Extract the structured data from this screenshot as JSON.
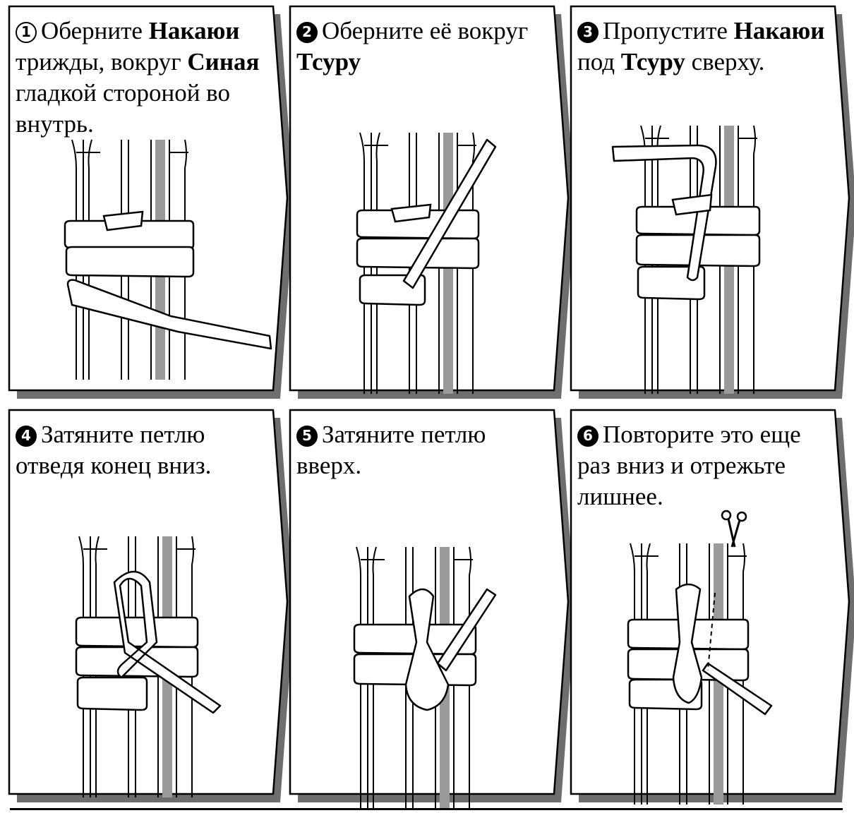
{
  "panels": [
    {
      "num": "1",
      "parts": [
        "Оберните ",
        "Накаюи",
        " трижды, вокруг ",
        "Синая",
        " гладкой стороной во внутрь."
      ]
    },
    {
      "num": "2",
      "parts": [
        "Оберните её вокруг ",
        "Тсуру",
        "",
        "",
        ""
      ]
    },
    {
      "num": "3",
      "parts": [
        "Пропустите ",
        "Накаюи",
        " под ",
        "Тсуру",
        " сверху."
      ]
    },
    {
      "num": "4",
      "parts": [
        "Затяните петлю отведя конец вниз.",
        "",
        "",
        "",
        ""
      ]
    },
    {
      "num": "5",
      "parts": [
        "Затяните петлю вверх.",
        "",
        "",
        "",
        ""
      ]
    },
    {
      "num": "6",
      "parts": [
        "Повторите это еще раз вниз и отрежьте лишнее.",
        "",
        "",
        "",
        ""
      ]
    }
  ],
  "icons": {
    "scissors": "scissors-icon"
  }
}
